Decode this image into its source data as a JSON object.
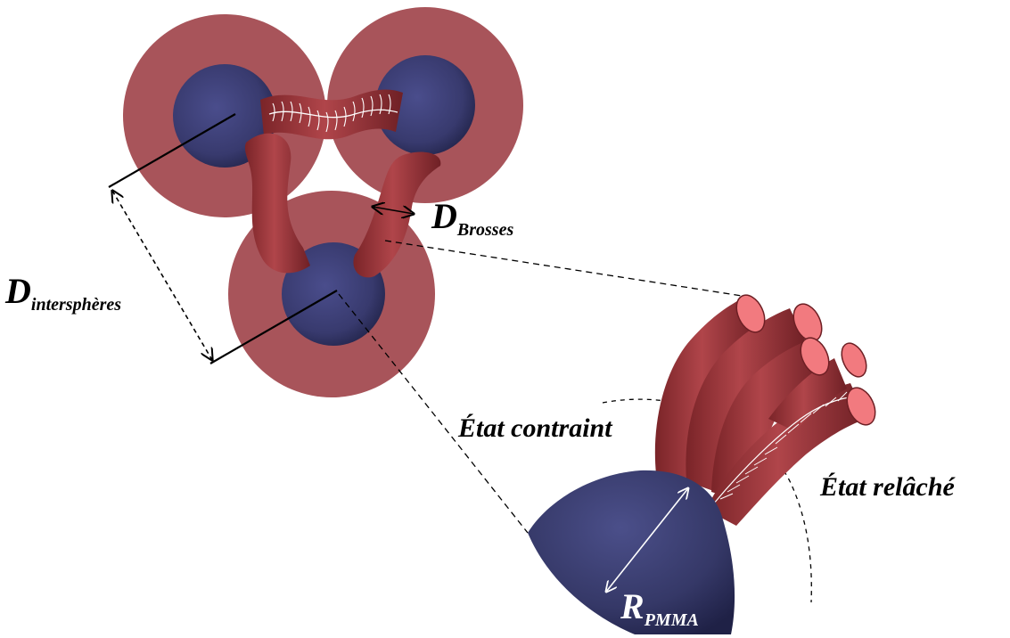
{
  "labels": {
    "d_interspheres_main": "D",
    "d_interspheres_sub": "intersphères",
    "d_brosses_main": "D",
    "d_brosses_sub": "Brosses",
    "r_pmma_main": "R",
    "r_pmma_sub": "PMMA",
    "etat_contraint": "État contraint",
    "etat_relache": "État relâché"
  },
  "colors": {
    "shell": "#a8545a",
    "shell_edge": "#8e4148",
    "core": "#3b3d75",
    "core_dark": "#25274f",
    "brush": "#a8393e",
    "brush_dark": "#6d1f24",
    "brush_cap": "#f27a7f",
    "background": "#ffffff"
  }
}
